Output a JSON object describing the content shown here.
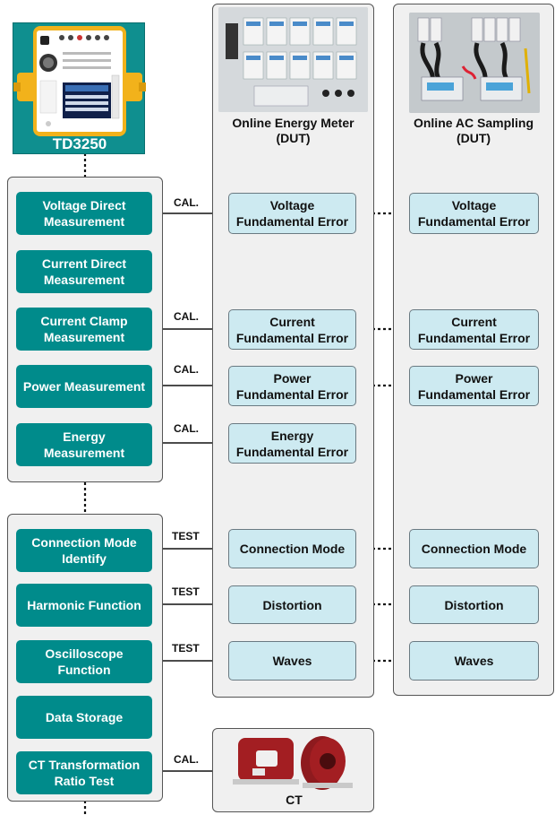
{
  "device": {
    "name": "TD3250"
  },
  "columns": {
    "energy_meter_label": "Online Energy Meter\n(DUT)",
    "ac_sampling_label": "Online AC Sampling\n(DUT)"
  },
  "functions": [
    {
      "label": "Voltage Direct\nMeasurement"
    },
    {
      "label": "Current Direct\nMeasurement"
    },
    {
      "label": "Current Clamp\nMeasurement"
    },
    {
      "label": "Power Measurement"
    },
    {
      "label": "Energy\nMeasurement"
    },
    {
      "label": "Connection Mode\nIdentify"
    },
    {
      "label": "Harmonic Function"
    },
    {
      "label": "Oscilloscope\nFunction"
    },
    {
      "label": "Data Storage"
    },
    {
      "label": "CT Transformation\nRatio Test"
    }
  ],
  "links": [
    {
      "tag": "CAL."
    },
    {
      "tag": "CAL."
    },
    {
      "tag": "CAL."
    },
    {
      "tag": "CAL."
    },
    {
      "tag": "TEST"
    },
    {
      "tag": "TEST"
    },
    {
      "tag": "TEST"
    },
    {
      "tag": "CAL."
    }
  ],
  "energy_meter_tests": [
    {
      "label": "Voltage\nFundamental Error"
    },
    {
      "label": "Current\nFundamental Error"
    },
    {
      "label": "Power\nFundamental Error"
    },
    {
      "label": "Energy\nFundamental Error"
    },
    {
      "label": "Connection Mode"
    },
    {
      "label": "Distortion"
    },
    {
      "label": "Waves"
    }
  ],
  "ac_sampling_tests": [
    {
      "label": "Voltage\nFundamental Error"
    },
    {
      "label": "Current\nFundamental Error"
    },
    {
      "label": "Power\nFundamental Error"
    },
    {
      "label": "Connection Mode"
    },
    {
      "label": "Distortion"
    },
    {
      "label": "Waves"
    }
  ],
  "ct": {
    "label": "CT"
  },
  "colors": {
    "function_box": "#008b8b",
    "test_box": "#cdeaf1",
    "group_bg": "#f0f0f0",
    "device_bg": "#0f8f8f",
    "device_case": "#f2b21b",
    "ct_red": "#a31e22"
  }
}
